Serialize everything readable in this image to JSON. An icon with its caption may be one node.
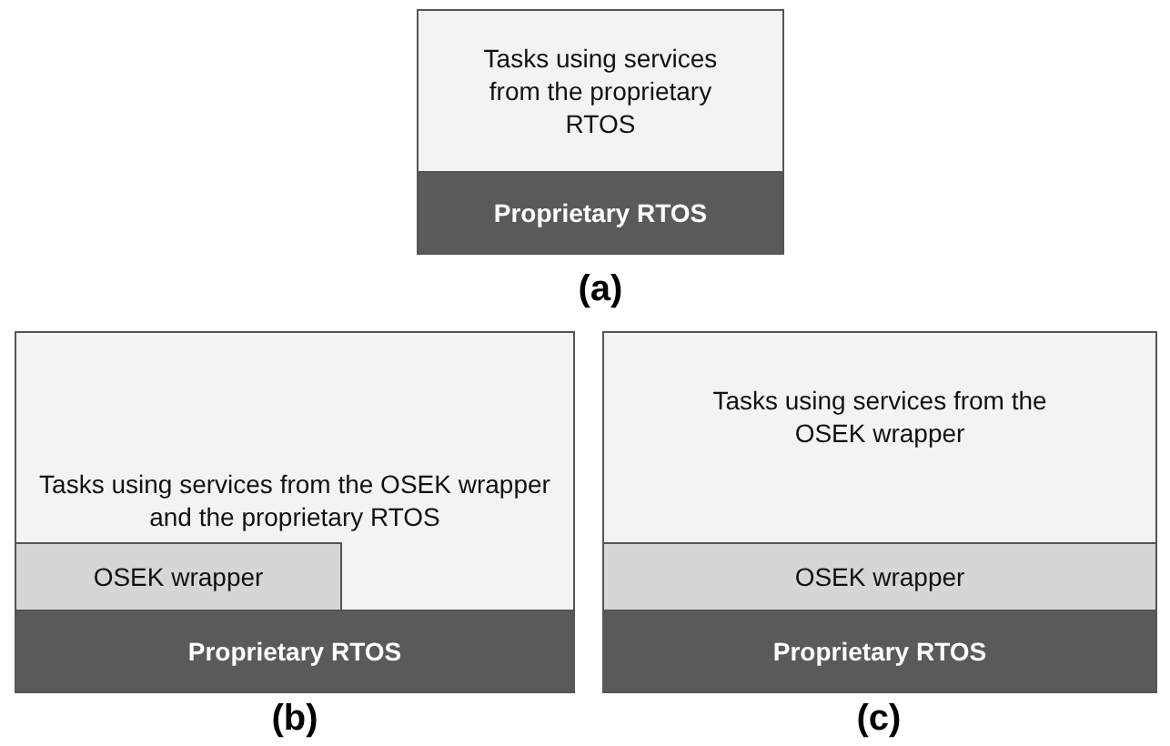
{
  "diagram": {
    "nodes": [
      {
        "text": [
          "Tasks using services from the proprietary RTOS"
        ]
      },
      {
        "text": [
          "Proprietary RTOS"
        ]
      },
      {
        "text": [
          "Tasks using services from the OSEK wrapper and the proprietary RTOS"
        ]
      },
      {
        "text": [
          "OSEK wrapper"
        ],
        "in": 2
      },
      {
        "text": [
          "Proprietary RTOS"
        ]
      },
      {
        "text": [
          "Tasks using services from the OSEK wrapper"
        ]
      },
      {
        "text": [
          "OSEK wrapper"
        ]
      },
      {
        "text": [
          "Proprietary RTOS"
        ]
      }
    ],
    "labels": [
      "(a)",
      "(b)",
      "(c)"
    ]
  }
}
